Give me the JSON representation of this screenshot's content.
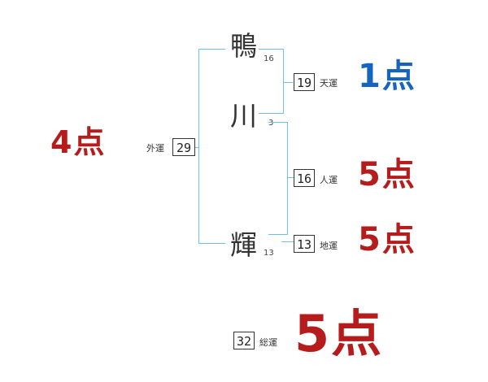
{
  "name": {
    "chars": [
      {
        "char": "鴨",
        "strokes": "16"
      },
      {
        "char": "川",
        "strokes": "3"
      },
      {
        "char": "輝",
        "strokes": "13"
      }
    ]
  },
  "luck": {
    "gaikaku": {
      "label": "外運",
      "count": "29",
      "score": "4点"
    },
    "tenkaku": {
      "label": "天運",
      "count": "19",
      "score": "1点"
    },
    "jinkaku": {
      "label": "人運",
      "count": "16",
      "score": "5点"
    },
    "chikaku": {
      "label": "地運",
      "count": "13",
      "score": "5点"
    },
    "soukaku": {
      "label": "総運",
      "count": "32",
      "score": "5点"
    }
  },
  "colors": {
    "bracket": "#6ec1e4",
    "score_red": "#b71c1c",
    "score_blue": "#1565c0"
  }
}
